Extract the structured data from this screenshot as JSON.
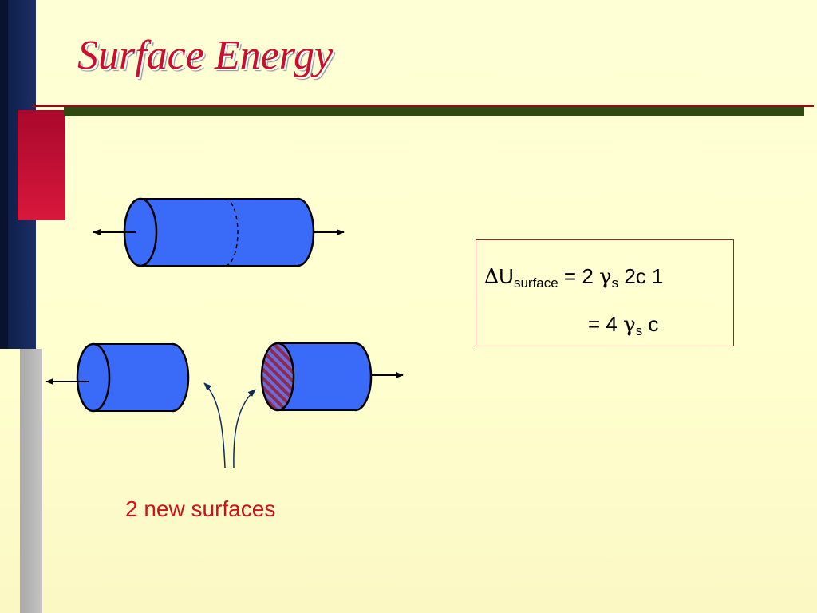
{
  "slide": {
    "title": "Surface Energy",
    "caption": "2 new surfaces"
  },
  "equation": {
    "line1": {
      "delta": "∆",
      "var": "U",
      "sub": "surface",
      "op": "= 2",
      "gamma": "γ",
      "gamma_sub": "s",
      "rest": "2c 1"
    },
    "line2": {
      "op": "= 4",
      "gamma": "γ",
      "gamma_sub": "s",
      "rest": "c"
    }
  },
  "colors": {
    "title": "#c8102e",
    "cylinder_fill": "#3a6af8",
    "new_surface_hatch": "#8b2a52",
    "caption": "#d0101a",
    "arrow": "#0e2a5e"
  }
}
